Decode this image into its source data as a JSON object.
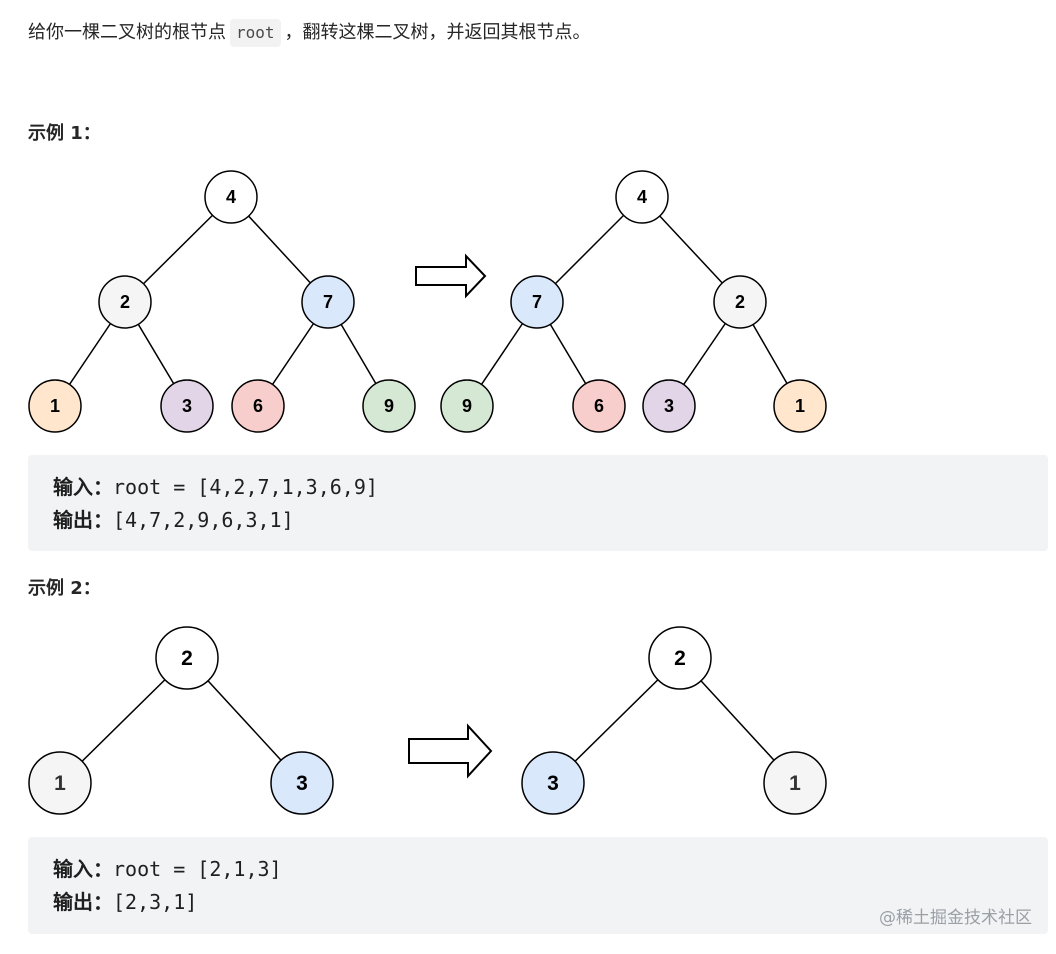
{
  "intro": {
    "before": "给你一棵二叉树的根节点",
    "code": "root",
    "after": "，翻转这棵二叉树，并返回其根节点。"
  },
  "example1": {
    "title": "示例 1：",
    "input_label": "输入：",
    "input_value": "root = [4,2,7,1,3,6,9]",
    "output_label": "输出：",
    "output_value": "[4,7,2,9,6,3,1]",
    "tree_before": [
      "4",
      "2",
      "7",
      "1",
      "3",
      "6",
      "9"
    ],
    "tree_after": [
      "4",
      "7",
      "2",
      "9",
      "6",
      "3",
      "1"
    ]
  },
  "example2": {
    "title": "示例 2：",
    "input_label": "输入：",
    "input_value": "root = [2,1,3]",
    "output_label": "输出：",
    "output_value": "[2,3,1]",
    "tree_before": [
      "2",
      "1",
      "3"
    ],
    "tree_after": [
      "2",
      "3",
      "1"
    ]
  },
  "node_colors": {
    "white": "#ffffff",
    "gray": "#f5f5f5",
    "blue": "#dae8fc",
    "orange": "#ffe6cc",
    "purple": "#e1d5e7",
    "red": "#f8cecc",
    "green": "#d5e8d4"
  },
  "watermark": "@稀土掘金技术社区"
}
